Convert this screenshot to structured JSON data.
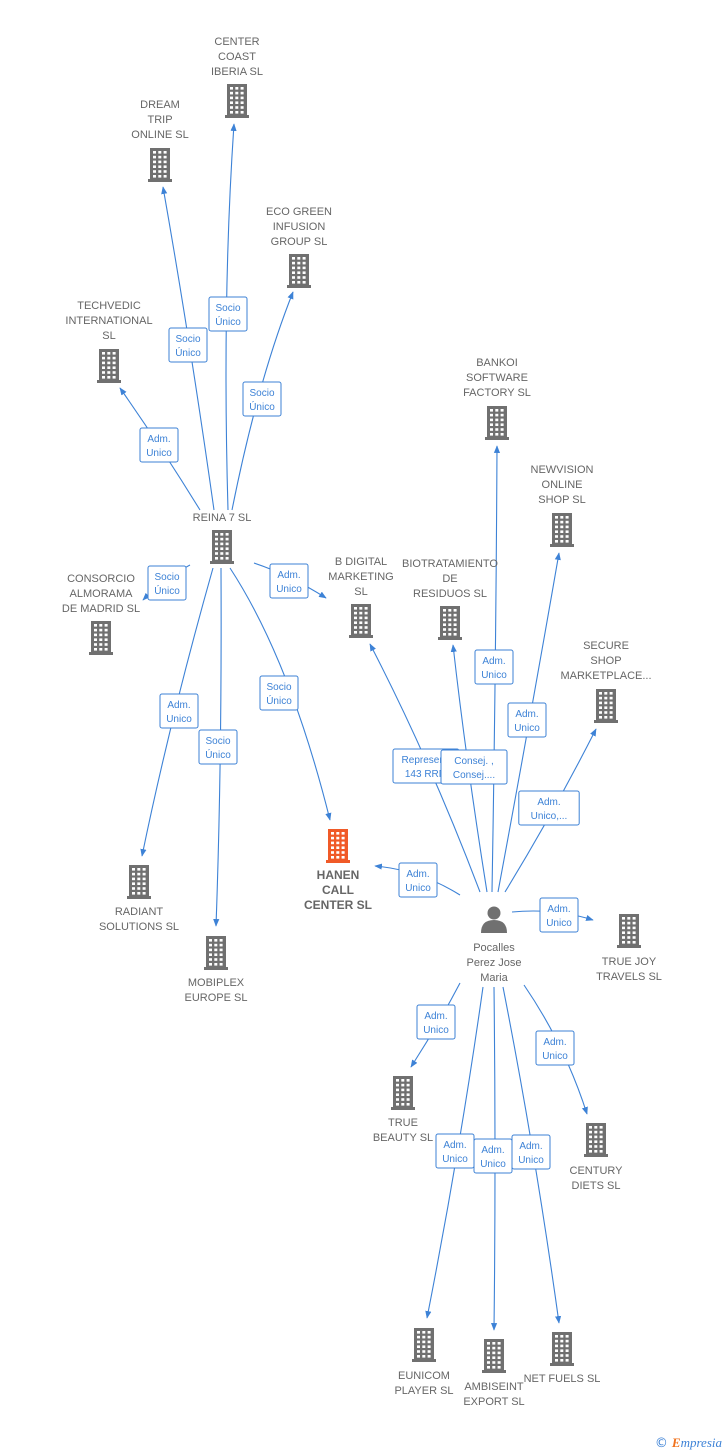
{
  "colors": {
    "edge": "#3d82d6",
    "node": "#707070",
    "focus": "#f05a28",
    "label": "#666666"
  },
  "nodes": [
    {
      "id": "center_coast",
      "label": [
        "CENTER",
        "COAST",
        "IBERIA  SL"
      ],
      "icon": "building-icon"
    },
    {
      "id": "dream_trip",
      "label": [
        "DREAM",
        "TRIP",
        "ONLINE  SL"
      ],
      "icon": "building-icon"
    },
    {
      "id": "eco_green",
      "label": [
        "ECO GREEN",
        "INFUSION",
        "GROUP  SL"
      ],
      "icon": "building-icon"
    },
    {
      "id": "techvedic",
      "label": [
        "TECHVEDIC",
        "INTERNATIONAL",
        "SL"
      ],
      "icon": "building-icon"
    },
    {
      "id": "reina7",
      "label": [
        "REINA 7  SL"
      ],
      "icon": "building-icon"
    },
    {
      "id": "consorcio",
      "label": [
        "CONSORCIO",
        "ALMORAMA",
        "DE MADRID  SL"
      ],
      "icon": "building-icon"
    },
    {
      "id": "b_digital",
      "label": [
        "B DIGITAL",
        "MARKETING",
        "SL"
      ],
      "icon": "building-icon"
    },
    {
      "id": "biotrat",
      "label": [
        "BIOTRATAMIENTO",
        "DE",
        "RESIDUOS  SL"
      ],
      "icon": "building-icon"
    },
    {
      "id": "bankoi",
      "label": [
        "BANKOI",
        "SOFTWARE",
        "FACTORY  SL"
      ],
      "icon": "building-icon"
    },
    {
      "id": "newvision",
      "label": [
        "NEWVISION",
        "ONLINE",
        "SHOP  SL"
      ],
      "icon": "building-icon"
    },
    {
      "id": "secure_shop",
      "label": [
        "SECURE",
        "SHOP",
        "MARKETPLACE..."
      ],
      "icon": "building-icon"
    },
    {
      "id": "radiant",
      "label": [
        "RADIANT",
        "SOLUTIONS  SL"
      ],
      "icon": "building-icon"
    },
    {
      "id": "mobiplex",
      "label": [
        "MOBIPLEX",
        "EUROPE  SL"
      ],
      "icon": "building-icon"
    },
    {
      "id": "hanen",
      "label": [
        "HANEN",
        "CALL",
        "CENTER  SL"
      ],
      "icon": "building-icon",
      "focus": true
    },
    {
      "id": "pocalles",
      "label": [
        "Pocalles",
        "Perez Jose",
        "Maria"
      ],
      "icon": "person-icon"
    },
    {
      "id": "true_joy",
      "label": [
        "TRUE JOY",
        "TRAVELS  SL"
      ],
      "icon": "building-icon"
    },
    {
      "id": "true_beauty",
      "label": [
        "TRUE",
        "BEAUTY  SL"
      ],
      "icon": "building-icon"
    },
    {
      "id": "century",
      "label": [
        "CENTURY",
        "DIETS  SL"
      ],
      "icon": "building-icon"
    },
    {
      "id": "eunicom",
      "label": [
        "EUNICOM",
        "PLAYER  SL"
      ],
      "icon": "building-icon"
    },
    {
      "id": "ambiseint",
      "label": [
        "AMBISEINT",
        "EXPORT  SL"
      ],
      "icon": "building-icon"
    },
    {
      "id": "net_fuels",
      "label": [
        "NET FUELS SL"
      ],
      "icon": "building-icon"
    }
  ],
  "edges": [
    {
      "from": "reina7",
      "to": "center_coast",
      "label": [
        "Socio",
        "Único"
      ]
    },
    {
      "from": "reina7",
      "to": "dream_trip",
      "label": [
        "Socio",
        "Único"
      ]
    },
    {
      "from": "reina7",
      "to": "eco_green",
      "label": [
        "Socio",
        "Único"
      ]
    },
    {
      "from": "reina7",
      "to": "techvedic",
      "label": [
        "Adm.",
        "Unico"
      ]
    },
    {
      "from": "reina7",
      "to": "consorcio",
      "label": [
        "Socio",
        "Único"
      ]
    },
    {
      "from": "reina7",
      "to": "b_digital",
      "label": [
        "Adm.",
        "Unico"
      ]
    },
    {
      "from": "reina7",
      "to": "radiant",
      "label": [
        "Adm.",
        "Unico"
      ]
    },
    {
      "from": "reina7",
      "to": "mobiplex",
      "label": [
        "Socio",
        "Único"
      ]
    },
    {
      "from": "reina7",
      "to": "hanen",
      "label": [
        "Socio",
        "Único"
      ]
    },
    {
      "from": "pocalles",
      "to": "b_digital",
      "label": [
        "Represent.",
        "143 RRM"
      ]
    },
    {
      "from": "pocalles",
      "to": "biotrat",
      "label": [
        "Consej. ,",
        "Consej...."
      ]
    },
    {
      "from": "pocalles",
      "to": "bankoi",
      "label": [
        "Adm.",
        "Unico"
      ]
    },
    {
      "from": "pocalles",
      "to": "newvision",
      "label": [
        "Adm.",
        "Unico"
      ]
    },
    {
      "from": "pocalles",
      "to": "secure_shop",
      "label": [
        "Adm.",
        "Unico,..."
      ]
    },
    {
      "from": "pocalles",
      "to": "hanen",
      "label": [
        "Adm.",
        "Unico"
      ]
    },
    {
      "from": "pocalles",
      "to": "true_joy",
      "label": [
        "Adm.",
        "Unico"
      ]
    },
    {
      "from": "pocalles",
      "to": "true_beauty",
      "label": [
        "Adm.",
        "Unico"
      ]
    },
    {
      "from": "pocalles",
      "to": "century",
      "label": [
        "Adm.",
        "Unico"
      ]
    },
    {
      "from": "pocalles",
      "to": "eunicom",
      "label": [
        "Adm.",
        "Unico"
      ]
    },
    {
      "from": "pocalles",
      "to": "ambiseint",
      "label": [
        "Adm.",
        "Unico"
      ]
    },
    {
      "from": "pocalles",
      "to": "net_fuels",
      "label": [
        "Adm.",
        "Unico"
      ]
    }
  ],
  "brand": {
    "copyright": "©",
    "name_first": "E",
    "name_rest": "mpresia"
  }
}
